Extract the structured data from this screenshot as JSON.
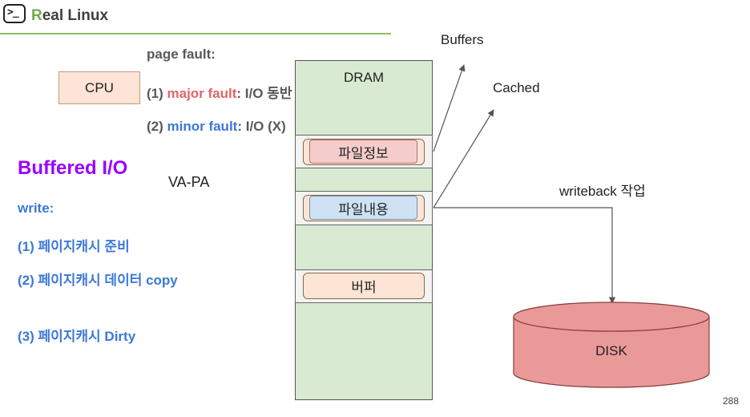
{
  "header": {
    "logo_glyph": ">_",
    "title_first_letter": "R",
    "title_rest": "eal Linux"
  },
  "cpu": {
    "label": "CPU"
  },
  "page_fault": {
    "title": "page fault:",
    "major": {
      "prefix": "(1) ",
      "term": "major fault",
      "suffix": ": I/O 동반"
    },
    "minor": {
      "prefix": "(2) ",
      "term": "minor fault",
      "suffix": ": I/O (X)"
    }
  },
  "buffered_io": {
    "title": "Buffered I/O",
    "write_label": "write:",
    "steps": [
      "(1) 페이지캐시 준비",
      "(2) 페이지캐시 데이터 copy",
      "(3) 페이지캐시 Dirty"
    ]
  },
  "vapa": "VA-PA",
  "dram": {
    "label": "DRAM",
    "file_info": "파일정보",
    "file_content": "파일내용",
    "buffer": "버퍼"
  },
  "annotations": {
    "buffers": "Buffers",
    "cached": "Cached",
    "writeback": "writeback 작업"
  },
  "disk": {
    "label": "DISK"
  },
  "page_number": "288",
  "colors": {
    "accent_green": "#70ad47",
    "major_fault": "#e06666",
    "minor_fault": "#3c78d8",
    "buffered_title": "#9900ff",
    "dram_fill": "#d9ead3",
    "disk_fill": "#ea9999"
  }
}
